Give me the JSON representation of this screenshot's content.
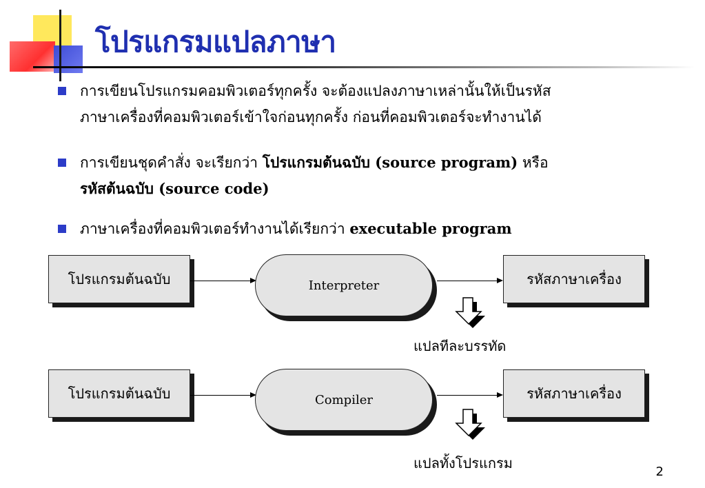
{
  "slide": {
    "title": "โปรแกรมแปลภาษา",
    "page_number": "2"
  },
  "bullets": [
    {
      "line1": "การเขียนโปรแกรมคอมพิวเตอร์ทุกครั้ง จะต้องแปลงภาษาเหล่านั้นให้เป็นรหัส",
      "line2": "ภาษาเครื่องที่คอมพิวเตอร์เข้าใจก่อนทุกครั้ง  ก่อนที่คอมพิวเตอร์จะทำงานได้"
    },
    {
      "line1_prefix": "การเขียนชุดคำสั่ง จะเรียกว่า ",
      "line1_bold": "โปรแกรมต้นฉบับ (source program)",
      "line1_suffix": "   หรือ",
      "line2_bold": "รหัสต้นฉบับ (source code)"
    },
    {
      "line1_prefix": "ภาษาเครื่องที่คอมพิวเตอร์ทำงานได้เรียกว่า ",
      "line1_bold": "executable program"
    }
  ],
  "diagram": {
    "rows": [
      {
        "source": "โปรแกรมต้นฉบับ",
        "translator": "Interpreter",
        "target": "รหัสภาษาเครื่อง",
        "note": "แปลทีละบรรทัด"
      },
      {
        "source": "โปรแกรมต้นฉบับ",
        "translator": "Compiler",
        "target": "รหัสภาษาเครื่อง",
        "note": "แปลทั้งโปรแกรม"
      }
    ],
    "colors": {
      "title": "#1f2fb0",
      "bullet": "#2c3cc8",
      "box_fill": "#e4e4e4"
    }
  }
}
